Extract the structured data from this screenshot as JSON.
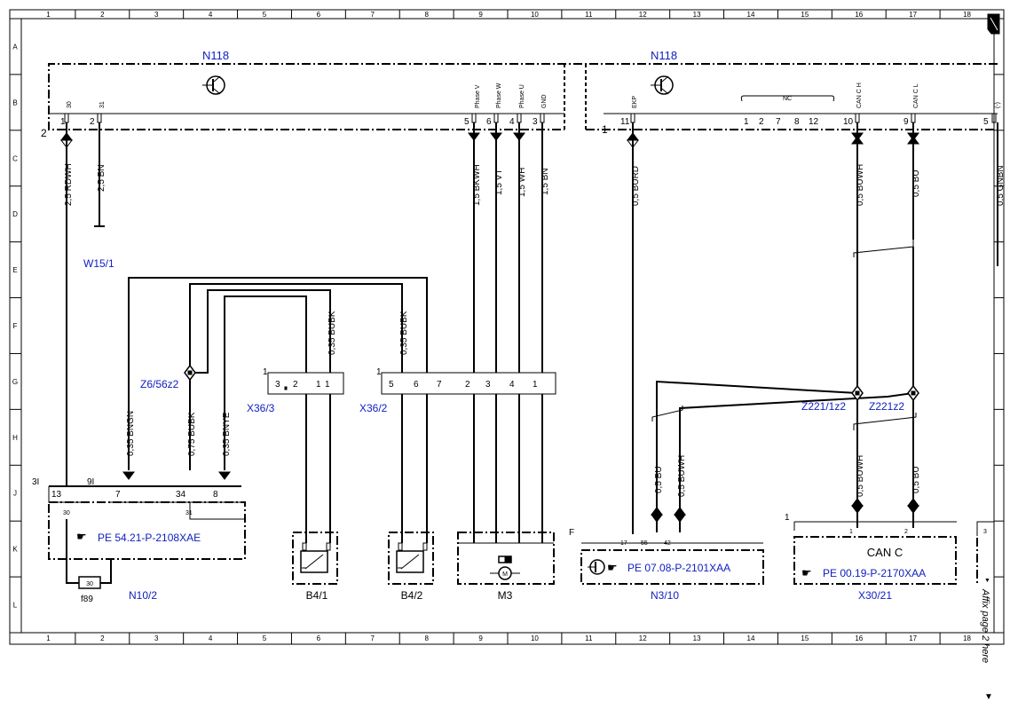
{
  "grid": {
    "columns": [
      "1",
      "2",
      "3",
      "4",
      "5",
      "6",
      "7",
      "8",
      "9",
      "10",
      "11",
      "12",
      "13",
      "14",
      "15",
      "16",
      "17",
      "18"
    ],
    "rows": [
      "A",
      "B",
      "C",
      "D",
      "E",
      "F",
      "G",
      "H",
      "J",
      "K",
      "L"
    ]
  },
  "modules": {
    "n118_left": "N118",
    "n118_right": "N118",
    "left_connector_num": "2",
    "right_connector_num": "1"
  },
  "n118_pins": {
    "p30_num": "1",
    "p30_name": "30",
    "p31_num": "2",
    "p31_name": "31",
    "pV_num": "5",
    "pV_name": "Phase V",
    "pW_num": "6",
    "pW_name": "Phase W",
    "pU_num": "4",
    "pU_name": "Phase U",
    "pGND_num": "3",
    "pGND_name": "GND",
    "pEKP_num": "11",
    "pEKP_name": "EKP",
    "nc_label": "NC",
    "nc_pins": [
      "1",
      "2",
      "7",
      "8",
      "12"
    ],
    "pCANH_num": "10",
    "pCANH_name": "CAN C H",
    "pCANL_num": "9",
    "pCANL_name": "CAN C L",
    "pR_num": "5",
    "pR_name": "(-)"
  },
  "wires": {
    "w_rdwh": "2,5 RDWH",
    "w_bn25": "2,5 BN",
    "w_bkwh": "1,5 BKWH",
    "w_vt": "1,5 VT",
    "w_wh": "1,5 WH",
    "w_bn15": "1,5 BN",
    "w_burd": "0,5 BURD",
    "w_buwh_top": "0,5 BUWH",
    "w_bu_top": "0,5 BU",
    "w_gnbn": "0,5 GNBN",
    "w_bubk1": "0,35 BUBK",
    "w_bubk2": "0,35 BUBK",
    "w_bngn": "0,35 BNGN",
    "w_bubk075": "0,75 BUBK",
    "w_bnye": "0,35 BNYE",
    "w_bu_n310": "0,5 BU",
    "w_buwh_n310": "0,5 BUWH",
    "w_buwh_x30": "0,5 BUWH",
    "w_bu_x30": "0,5 BU"
  },
  "components": {
    "w15": "W15/1",
    "z6": "Z6/56z2",
    "x36_3": "X36/3",
    "x36_2": "X36/2",
    "z221_1": "Z221/1z2",
    "z221": "Z221z2",
    "n10": "N10/2",
    "f89": "f89",
    "fuse_val": "30",
    "b41": "B4/1",
    "b42": "B4/2",
    "m3": "M3",
    "n310": "N3/10",
    "x3021": "X30/21",
    "can_c": "CAN C"
  },
  "references": {
    "n10_ref": "PE 54.21-P-2108XAE",
    "n310_ref": "PE 07.08-P-2101XAA",
    "x30_ref": "PE 00.19-P-2170XAA"
  },
  "pins": {
    "x36_3_first": "1",
    "x36_3": [
      "3",
      "2",
      "1",
      "1"
    ],
    "x36_2_first": "1",
    "x36_2": [
      "5",
      "6",
      "7",
      "2",
      "3",
      "4",
      "1"
    ],
    "n10_lbl31": "3I",
    "n10_lbl91": "9I",
    "n10_13": "13",
    "n10_7": "7",
    "n10_34": "34",
    "n10_8": "8",
    "n10_30": "30",
    "n10_31": "31",
    "n310_F": "F",
    "n310_17": "17",
    "n310_55": "55",
    "n310_42": "42",
    "x30_conn": "1",
    "x30_p1": "1",
    "x30_p2": "2",
    "x30_p3": "3"
  },
  "margin_note": "Affix page 2 here"
}
